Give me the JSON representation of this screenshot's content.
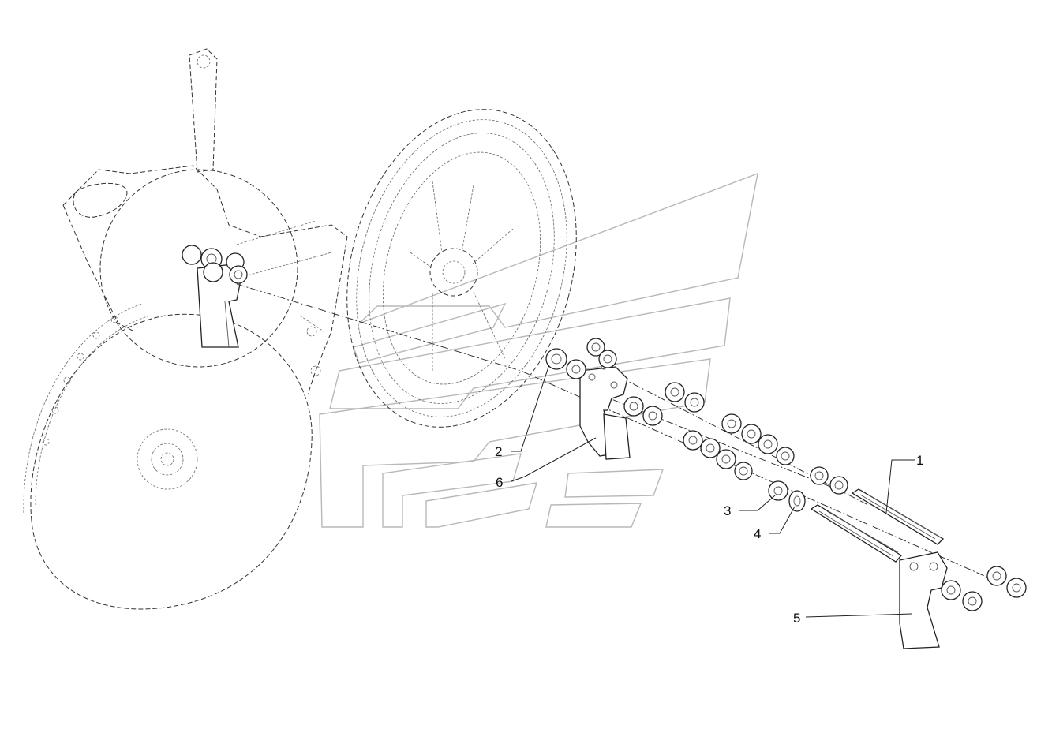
{
  "callouts": [
    {
      "id": "1",
      "label": "1"
    },
    {
      "id": "2",
      "label": "2"
    },
    {
      "id": "3",
      "label": "3"
    },
    {
      "id": "4",
      "label": "4"
    },
    {
      "id": "5",
      "label": "5"
    },
    {
      "id": "6",
      "label": "6"
    }
  ],
  "colors": {
    "line": "#333333",
    "watermark": "#b8b8b8",
    "background": "#ffffff"
  }
}
